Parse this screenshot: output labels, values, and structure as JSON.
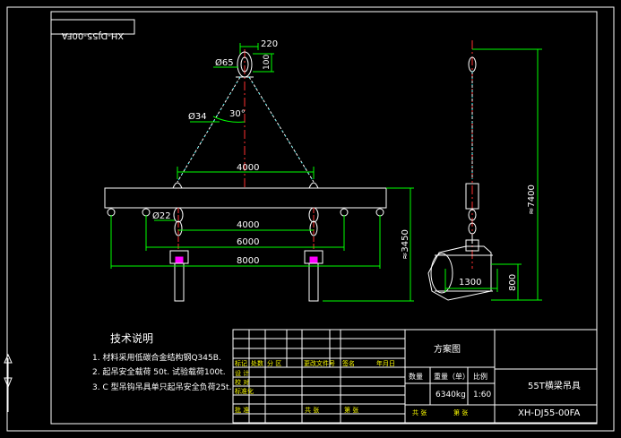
{
  "title_block_mirrored": "XH-DJ55-00FA",
  "dims": {
    "d220": "220",
    "d100": "100",
    "phi65": "Ø65",
    "phi34": "Ø34",
    "angle30": "30°",
    "top4000": "4000",
    "phi22": "Ø22",
    "low4000": "4000",
    "d6000": "6000",
    "d8000": "8000",
    "h3450": "≈3450",
    "h7400": "≈7400",
    "d1300": "1300",
    "d800": "800"
  },
  "notes": {
    "heading": "技术说明",
    "items": [
      "1. 材料采用低碳合金结构钢Q345B.",
      "2. 起吊安全载荷 50t. 试验载荷100t.",
      "3. C 型吊钩吊具单只起吊安全负荷25t."
    ]
  },
  "title_block": {
    "scheme": "方案图",
    "qty_label": "数量",
    "weight_label": "重量（单）",
    "scale_label": "比例",
    "weight_value": "6340kg",
    "scale_value": "1:60",
    "name": "55T横梁吊具",
    "drawing_no": "XH-DJ55-00FA",
    "rev_headers": [
      "标记",
      "处数",
      "分 区",
      "更改文件号",
      "签名",
      "年月日"
    ],
    "role_design": "设 计",
    "role_check": "校 对",
    "role_std": "标准化",
    "role_approve": "批 准",
    "sheet_total": "共 张",
    "sheet_no": "第 张"
  }
}
